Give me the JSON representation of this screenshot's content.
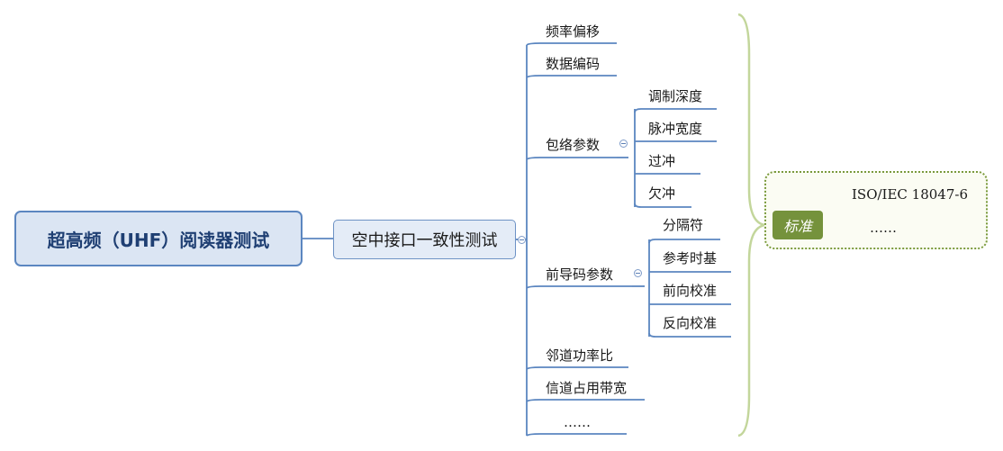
{
  "root": {
    "label": "超高频（UHF）阅读器测试"
  },
  "main": {
    "label": "空中接口一致性测试"
  },
  "topics": {
    "freq_offset": "频率偏移",
    "data_encoding": "数据编码",
    "envelope": {
      "label": "包络参数",
      "children": [
        "调制深度",
        "脉冲宽度",
        "过冲",
        "欠冲"
      ]
    },
    "preamble": {
      "label": "前导码参数",
      "children": [
        "分隔符",
        "参考时基",
        "前向校准",
        "反向校准"
      ]
    },
    "adjacent_power": "邻道功率比",
    "channel_bandwidth": "信道占用带宽",
    "more": "……"
  },
  "standard": {
    "tag": "标准",
    "items": [
      "ISO/IEC 18047-6",
      "……"
    ]
  },
  "colors": {
    "line": "#5b86c0",
    "root_fill": "#dbe5f3",
    "main_fill": "#e4ecf7",
    "standard_green": "#75923c",
    "brace": "#c3d69b"
  }
}
